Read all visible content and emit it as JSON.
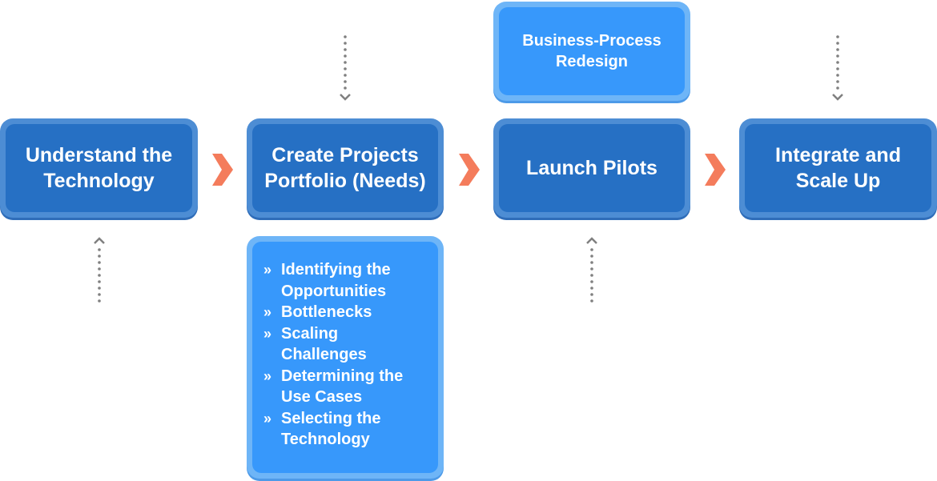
{
  "steps": [
    {
      "label": "Understand the\nTechnology"
    },
    {
      "label": "Create Projects\nPortfolio (Needs)"
    },
    {
      "label": "Launch Pilots"
    },
    {
      "label": "Integrate and\nScale Up"
    }
  ],
  "callouts": {
    "business_process": "Business-Process\nRedesign",
    "needs_list": {
      "bullet_symbol": "»",
      "items": [
        "Identifying the\nOpportunities",
        "Bottlenecks",
        "Scaling\nChallenges",
        "Determining the\nUse Cases",
        "Selecting the\nTechnology"
      ]
    }
  },
  "colors": {
    "dark_box": "#2670c4",
    "dark_border": "#4d8dd4",
    "light_box": "#3798fb",
    "light_border": "#6eb5f7",
    "arrow": "#f47c5c",
    "connector": "#808080"
  }
}
